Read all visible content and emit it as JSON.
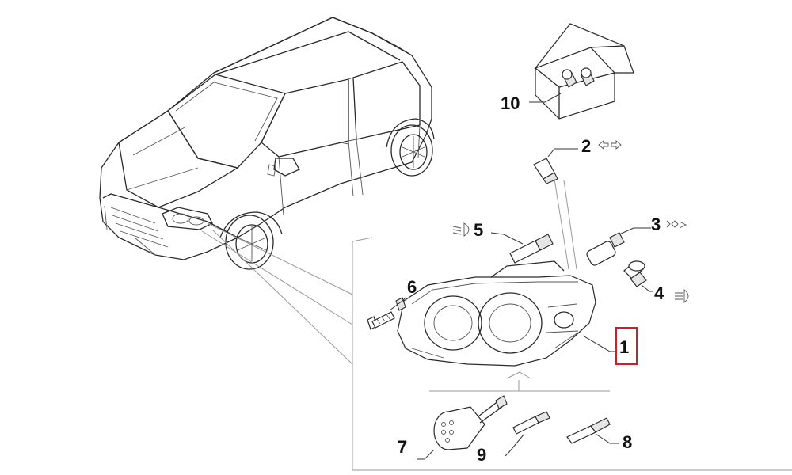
{
  "diagram": {
    "callouts": {
      "part_1": "1",
      "part_2": "2",
      "part_3": "3",
      "part_4": "4",
      "part_5": "5",
      "part_6": "6",
      "part_7": "7",
      "part_8": "8",
      "part_9": "9",
      "part_10": "10"
    },
    "highlighted_part": "1",
    "highlight_color": "#cc1f2b",
    "symbol_icons": {
      "part_2": "turn-signal-arrows-icon",
      "part_3": "parking-light-icon",
      "part_4": "high-beam-icon",
      "part_5": "low-beam-icon"
    }
  }
}
